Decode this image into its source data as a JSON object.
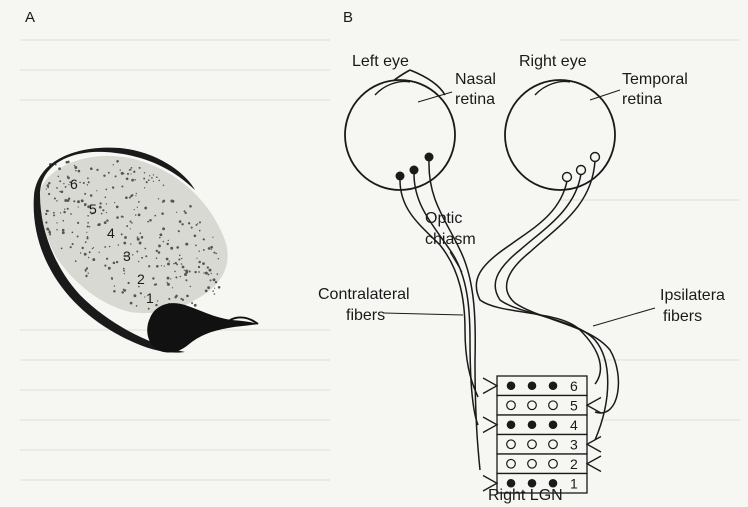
{
  "panels": {
    "a": "A",
    "b": "B"
  },
  "panel_a": {
    "layers": [
      "6",
      "5",
      "4",
      "3",
      "2",
      "1"
    ]
  },
  "panel_b": {
    "left_eye": "Left eye",
    "right_eye": "Right eye",
    "nasal_retina": [
      "Nasal",
      "retina"
    ],
    "temporal_retina": [
      "Temporal",
      "retina"
    ],
    "optic_chiasm": [
      "Optic",
      "chiasm"
    ],
    "contralateral_fibers": [
      "Contralateral",
      "fibers"
    ],
    "ipsilateral_fibers": [
      "Ipsilatera",
      "fibers"
    ],
    "lgn_title": "Right LGN",
    "lgn_layers": [
      {
        "number": "6",
        "input": "contralateral",
        "marker": "filled"
      },
      {
        "number": "5",
        "input": "ipsilateral",
        "marker": "open"
      },
      {
        "number": "4",
        "input": "contralateral",
        "marker": "filled"
      },
      {
        "number": "3",
        "input": "ipsilateral",
        "marker": "open"
      },
      {
        "number": "2",
        "input": "ipsilateral",
        "marker": "open"
      },
      {
        "number": "1",
        "input": "contralateral",
        "marker": "filled"
      }
    ]
  },
  "colors": {
    "ink": "#1a1a1a",
    "paper": "#f6f6f3",
    "stipple": "#555555"
  }
}
